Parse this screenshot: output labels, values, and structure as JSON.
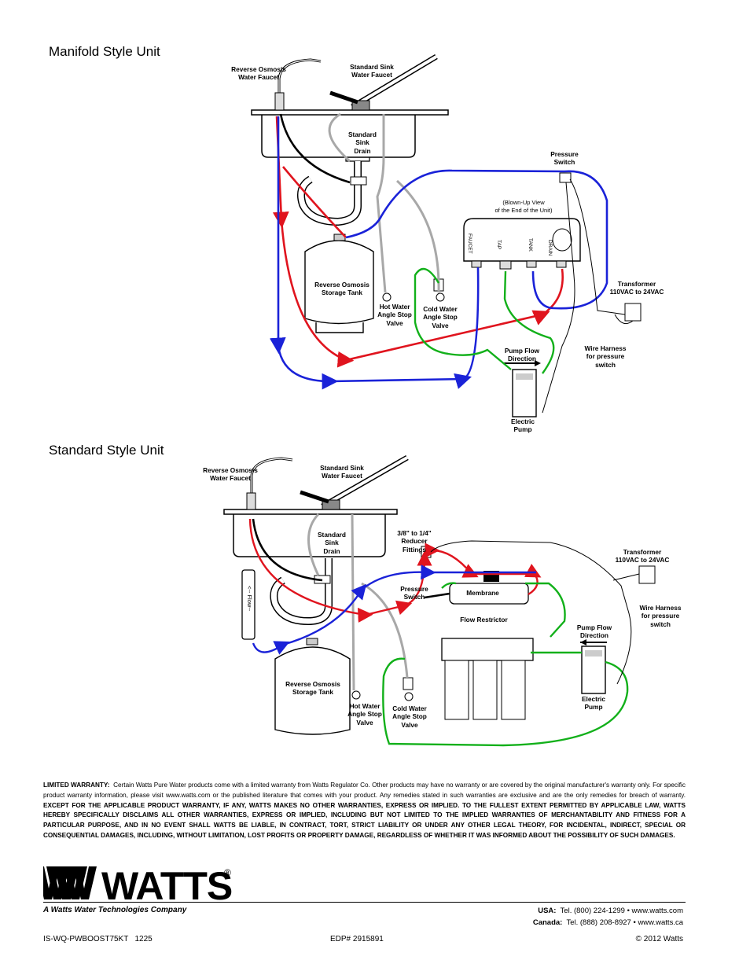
{
  "sections": {
    "manifold_title": "Manifold Style Unit",
    "standard_title": "Standard Style Unit"
  },
  "manifold": {
    "ro_faucet": "Reverse Osmosis\nWater Faucet",
    "sink_faucet": "Standard Sink\nWater Faucet",
    "sink_drain": "Standard\nSink\nDrain",
    "pressure_switch": "Pressure\nSwitch",
    "blown_up": "(Blown-Up View\nof the End of the Unit)",
    "port_faucet": "FAUCET",
    "port_tap": "TAP",
    "port_tank": "TANK",
    "port_drain": "DRAIN",
    "storage_tank": "Reverse Osmosis\nStorage Tank",
    "hot_valve": "Hot Water\nAngle Stop\nValve",
    "cold_valve": "Cold Water\nAngle Stop\nValve",
    "transformer": "Transformer\n110VAC to 24VAC",
    "pump_flow": "Pump Flow\nDirection",
    "wire_harness": "Wire Harness\nfor pressure\nswitch",
    "electric_pump": "Electric\nPump"
  },
  "standard": {
    "ro_faucet": "Reverse Osmosis\nWater Faucet",
    "sink_faucet": "Standard Sink\nWater Faucet",
    "sink_drain": "Standard\nSink\nDrain",
    "reducer": "3/8\" to 1/4\"\nReducer\nFittings",
    "transformer": "Transformer\n110VAC to 24VAC",
    "pressure_switch": "Pressure\nSwitch",
    "membrane": "Membrane",
    "flow_restrictor": "Flow Restrictor",
    "wire_harness": "Wire Harness\nfor pressure\nswitch",
    "pump_flow": "Pump Flow\nDirection",
    "flow": "<-- Flow--",
    "storage_tank": "Reverse Osmosis\nStorage Tank",
    "hot_valve": "Hot Water\nAngle Stop\nValve",
    "cold_valve": "Cold Water\nAngle Stop\nValve",
    "electric_pump": "Electric\nPump"
  },
  "warranty": {
    "lead": "LIMITED WARRANTY:",
    "body": "Certain Watts Pure Water products come with a limited warranty from Watts Regulator Co.  Other products may have no warranty or are covered by the original manufacturer's warranty only.  For specific product warranty information, please visit www.watts.com or the published literature that comes with your product.  Any remedies stated in such warranties are exclusive and are the only remedies for breach of warranty.",
    "caps": "EXCEPT FOR THE APPLICABLE PRODUCT WARRANTY, IF ANY, WATTS MAKES NO OTHER WARRANTIES, EXPRESS OR IMPLIED. TO THE FULLEST EXTENT PERMITTED BY APPLICABLE LAW, WATTS HEREBY SPECIFICALLY DISCLAIMS ALL OTHER WARRANTIES, EXPRESS OR IMPLIED, INCLUDING BUT NOT LIMITED TO THE IMPLIED WARRANTIES OF MERCHANTABILITY AND FITNESS FOR A PARTICULAR PURPOSE, AND IN NO EVENT SHALL WATTS BE LIABLE, IN CONTRACT, TORT, STRICT LIABILITY OR UNDER ANY OTHER LEGAL THEORY, FOR INCIDENTAL, INDIRECT, SPECIAL OR CONSEQUENTIAL DAMAGES, INCLUDING, WITHOUT LIMITATION, LOST PROFITS OR PROPERTY DAMAGE, REGARDLESS OF WHETHER IT WAS INFORMED ABOUT THE POSSIBILITY OF SUCH DAMAGES."
  },
  "footer": {
    "logo": "WATTS",
    "registered": "®",
    "tagline": "A Watts Water Technologies Company",
    "usa_label": "USA:",
    "usa_contact": "Tel. (800) 224-1299 • www.watts.com",
    "canada_label": "Canada:",
    "canada_contact": "Tel. (888) 208-8927 • www.watts.ca",
    "doc_code": "IS-WQ-PWBOOST75KT   1225",
    "edp": "EDP# 2915891",
    "copyright": "© 2012 Watts"
  },
  "colors": {
    "hot_line": "#e0141e",
    "feed_line": "#1a22d8",
    "pump_line": "#12b01a",
    "drain_line": "#a8a8a8",
    "black_line": "#000000"
  }
}
